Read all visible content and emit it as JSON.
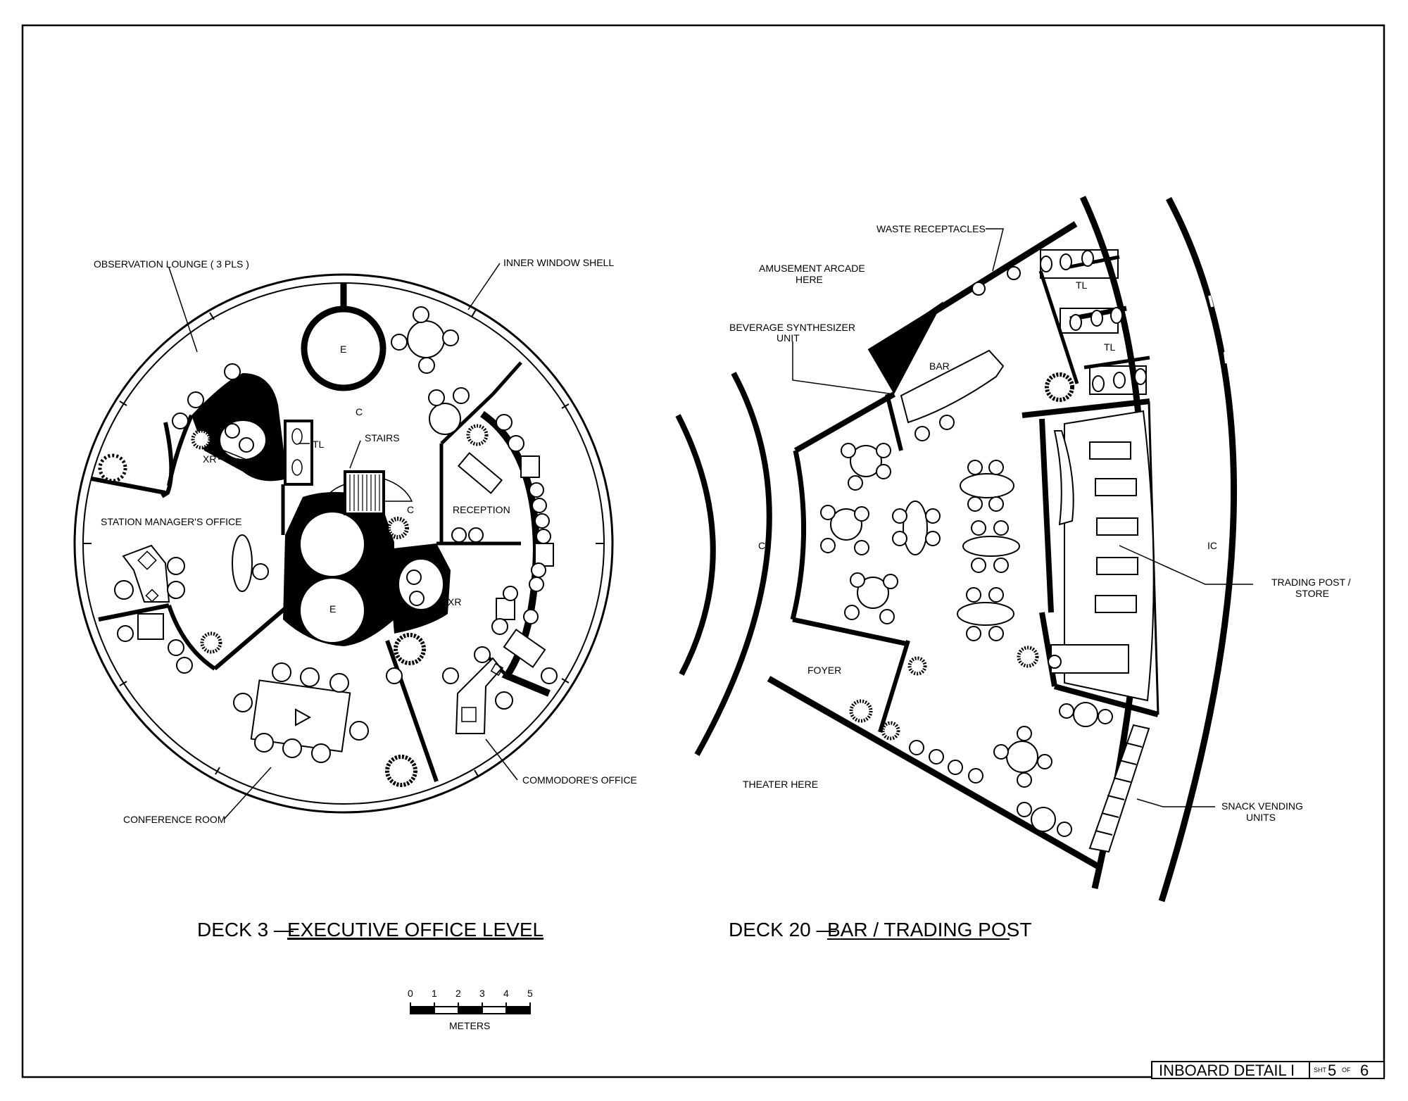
{
  "deck3": {
    "title_prefix": "DECK 3 —",
    "title_underlined": "EXECUTIVE OFFICE LEVEL",
    "labels": {
      "observation_lounge": "OBSERVATION LOUNGE ( 3 PLS )",
      "inner_window_shell": "INNER WINDOW SHELL",
      "elevator_top": "E",
      "elevator_bottom": "E",
      "corridor_top": "C",
      "corridor_mid": "C",
      "tl": "TL",
      "stairs": "STAIRS",
      "xr_left": "XR",
      "xr_right": "XR",
      "station_manager": "STATION MANAGER'S OFFICE",
      "reception": "RECEPTION",
      "commodore": "COMMODORE'S OFFICE",
      "conference": "CONFERENCE ROOM"
    }
  },
  "deck20": {
    "title_prefix": "DECK 20 —",
    "title_underlined": "BAR / TRADING POST",
    "labels": {
      "waste": "WASTE RECEPTACLES",
      "arcade_1": "AMUSEMENT ARCADE",
      "arcade_2": "HERE",
      "beverage_1": "BEVERAGE SYNTHESIZER",
      "beverage_2": "UNIT",
      "bar": "BAR",
      "tl_top": "TL",
      "tl_bottom": "TL",
      "corridor": "C",
      "ic": "IC",
      "trading_1": "TRADING POST /",
      "trading_2": "STORE",
      "foyer": "FOYER",
      "theater": "THEATER HERE",
      "snack_1": "SNACK VENDING",
      "snack_2": "UNITS"
    }
  },
  "scale": {
    "ticks": [
      "0",
      "1",
      "2",
      "3",
      "4",
      "5"
    ],
    "unit": "METERS"
  },
  "title_block": {
    "name": "INBOARD DETAIL I",
    "sheet_prefix": "SHT",
    "sheet_num": "5",
    "sheet_of": "OF",
    "sheet_total": "6"
  }
}
